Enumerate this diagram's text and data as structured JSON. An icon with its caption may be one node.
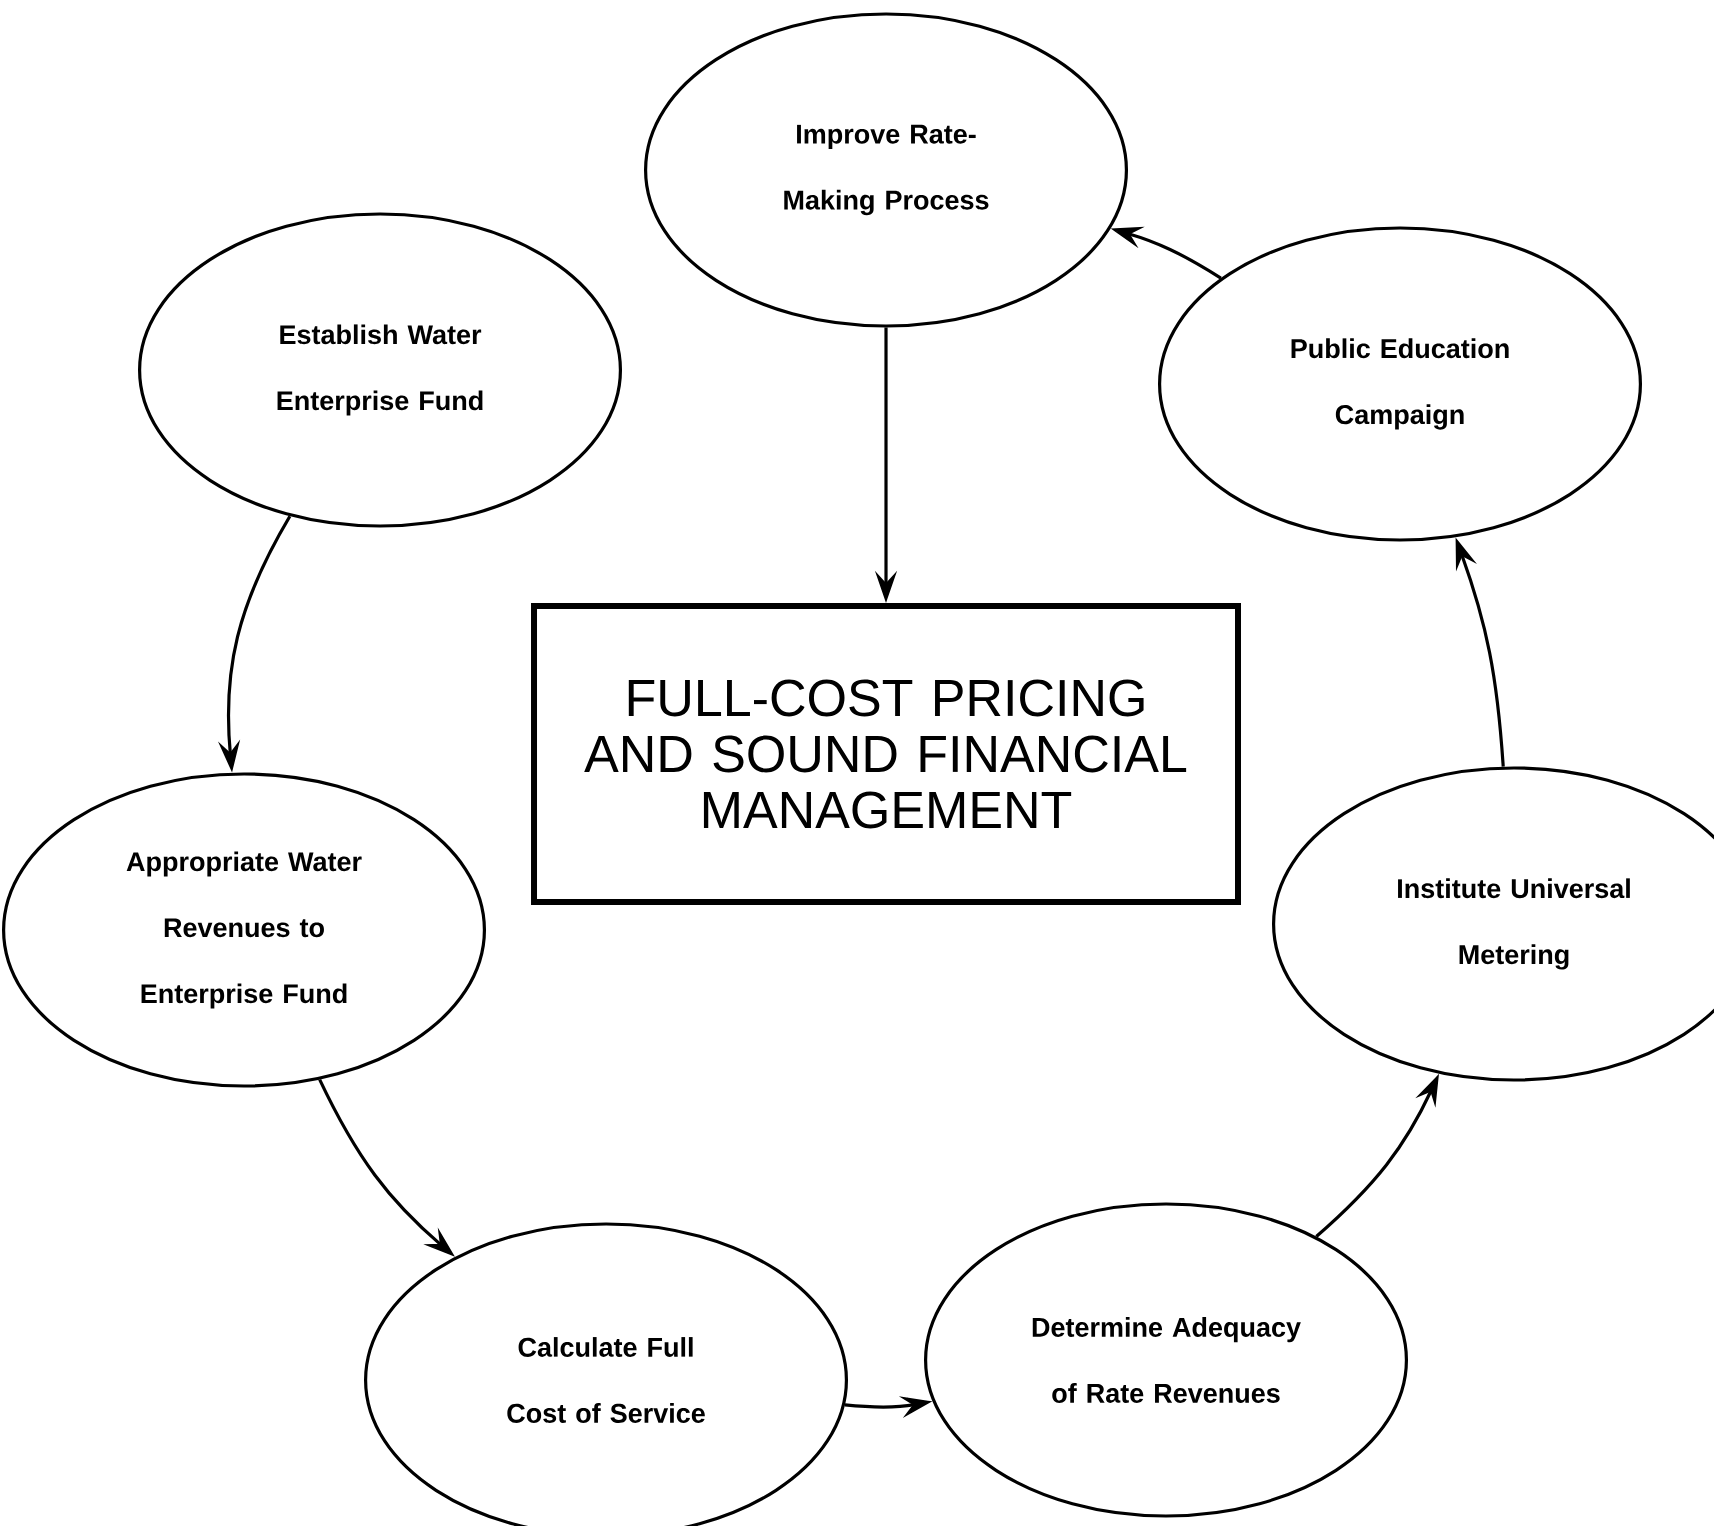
{
  "diagram": {
    "nodes": [
      {
        "text": [
          "Improve Rate-Making Process"
        ]
      },
      {
        "text": [
          "Establish Water Enterprise Fund"
        ]
      },
      {
        "text": [
          "Public Education Campaign"
        ]
      },
      {
        "text": [
          "FULL-COST PRICING AND SOUND FINANCIAL MANAGEMENT"
        ]
      },
      {
        "text": [
          "Appropriate Water Revenues to Enterprise Fund"
        ]
      },
      {
        "text": [
          "Institute Universal Metering"
        ]
      },
      {
        "text": [
          "Calculate Full Cost of Service"
        ]
      },
      {
        "text": [
          "Determine Adequacy of Rate Revenues"
        ]
      }
    ],
    "edges": [
      {
        "from": 1,
        "to": 4,
        "arrow": "to"
      },
      {
        "from": 4,
        "to": 6,
        "arrow": "to"
      },
      {
        "from": 6,
        "to": 7,
        "arrow": "to"
      },
      {
        "from": 7,
        "to": 5,
        "arrow": "to"
      },
      {
        "from": 5,
        "to": 2,
        "arrow": "to"
      },
      {
        "from": 2,
        "to": 0,
        "arrow": "to"
      },
      {
        "from": 0,
        "to": 3,
        "arrow": "to"
      }
    ]
  }
}
